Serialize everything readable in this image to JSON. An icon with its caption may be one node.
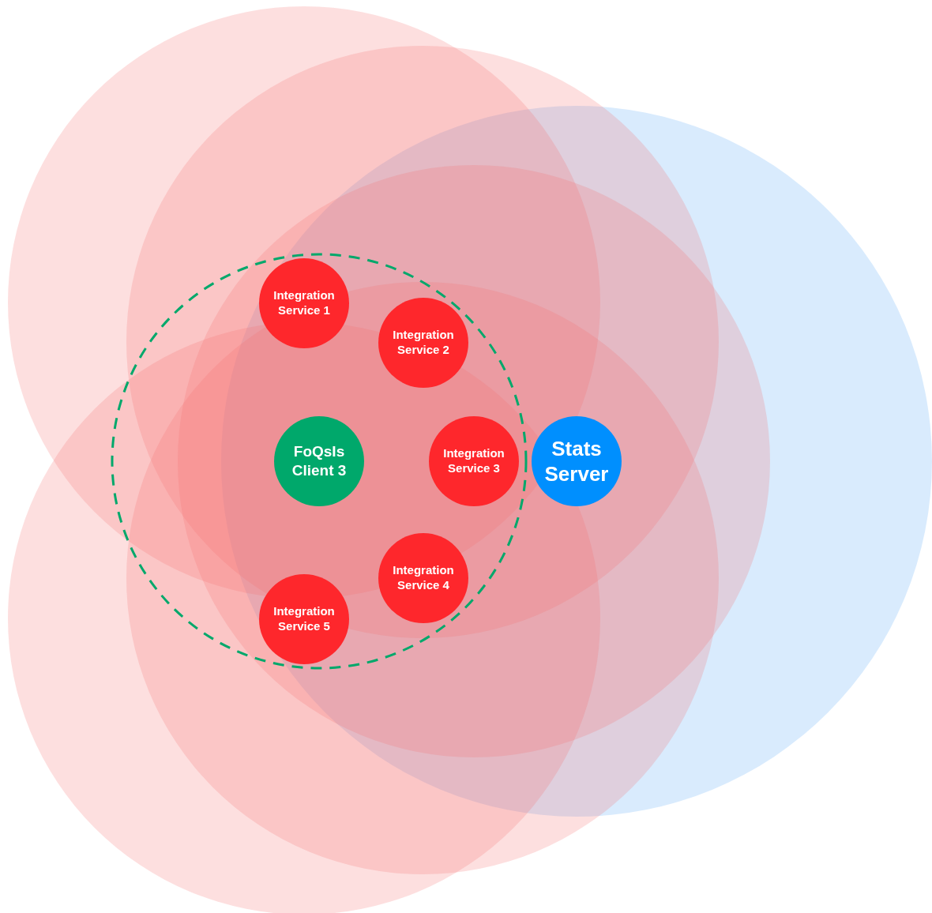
{
  "diagram": {
    "nodes": [
      {
        "text": [
          "Integration Service 1"
        ]
      },
      {
        "text": [
          "Integration Service 2"
        ]
      },
      {
        "text": [
          "FoQsIs Client 3"
        ]
      },
      {
        "text": [
          "Integration Service 3"
        ]
      },
      {
        "text": [
          "Stats Server"
        ]
      },
      {
        "text": [
          "Integration Service 4"
        ]
      },
      {
        "text": [
          "Integration Service 5"
        ]
      },
      {
        "text": [],
        "shape": "circle"
      },
      {
        "text": [],
        "shape": "circle"
      },
      {
        "text": [],
        "shape": "circle"
      },
      {
        "text": [],
        "shape": "circle"
      },
      {
        "text": [],
        "shape": "circle"
      },
      {
        "text": [],
        "shape": "circle"
      },
      {
        "text": [],
        "shape": "circle"
      }
    ],
    "edges": []
  }
}
